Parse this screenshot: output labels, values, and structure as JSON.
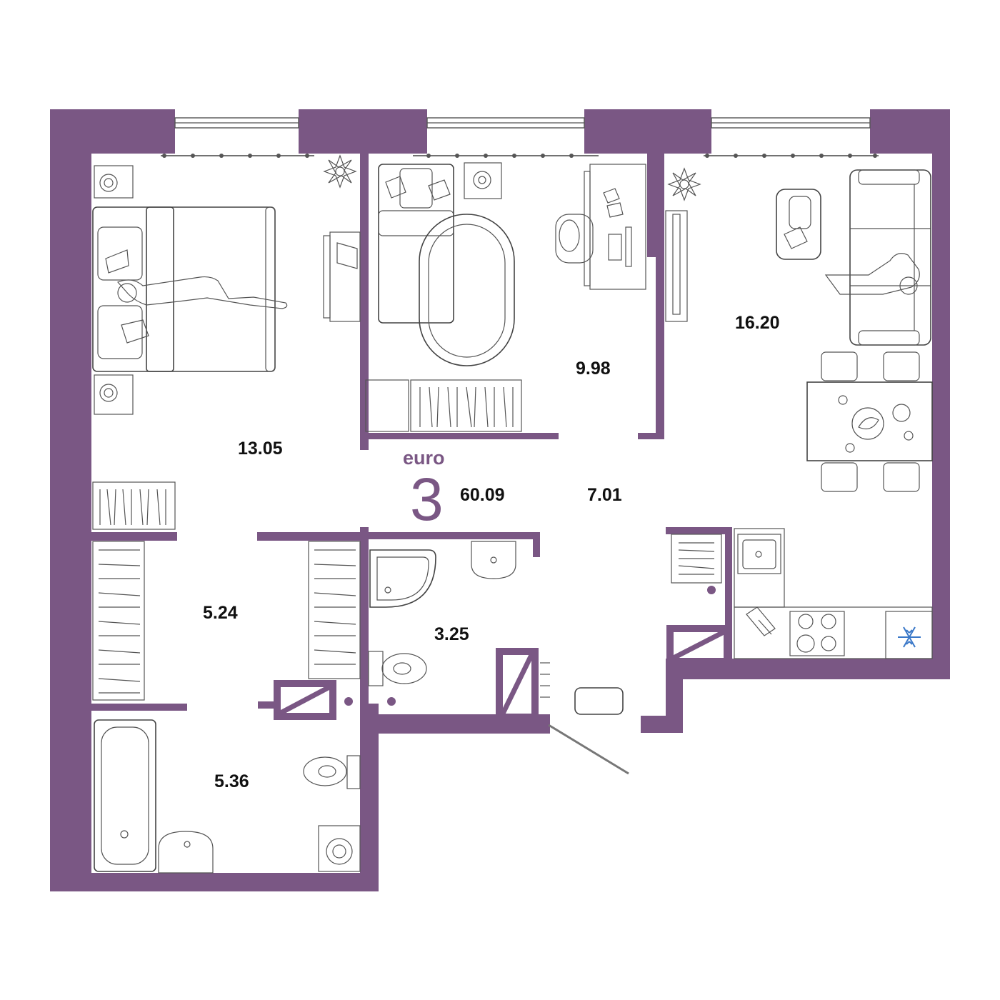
{
  "plan": {
    "brand_label": "euro",
    "rooms_count": "3",
    "total_area": "60.09",
    "accent_color": "#7a5784",
    "rooms": [
      {
        "id": "bedroom_master",
        "area": "13.05"
      },
      {
        "id": "bedroom_kids",
        "area": "9.98"
      },
      {
        "id": "living_kitchen",
        "area": "16.20"
      },
      {
        "id": "hallway",
        "area": "7.01"
      },
      {
        "id": "wardrobe",
        "area": "5.24"
      },
      {
        "id": "shower_room",
        "area": "3.25"
      },
      {
        "id": "bathroom",
        "area": "5.36"
      }
    ]
  }
}
